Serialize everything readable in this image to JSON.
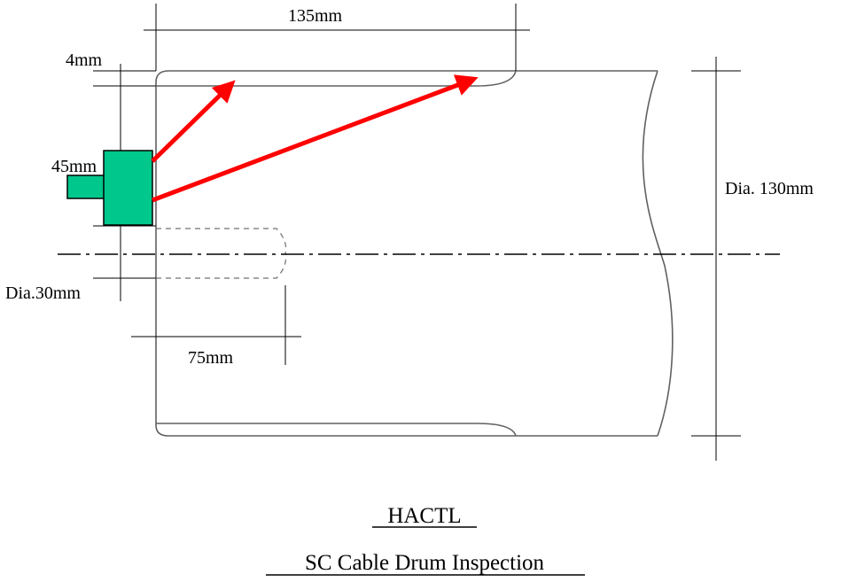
{
  "dimensions": {
    "length_top": "135mm",
    "wall": "4mm",
    "probe_height": "45mm",
    "drum_diameter": "Dia. 130mm",
    "shaft_diameter": "Dia.30mm",
    "shaft_depth": "75mm"
  },
  "caption": {
    "title": "HACTL",
    "subtitle": "SC Cable Drum Inspection"
  },
  "colors": {
    "probe": "#00c88c",
    "beam": "#ff0000",
    "line": "#000000"
  }
}
